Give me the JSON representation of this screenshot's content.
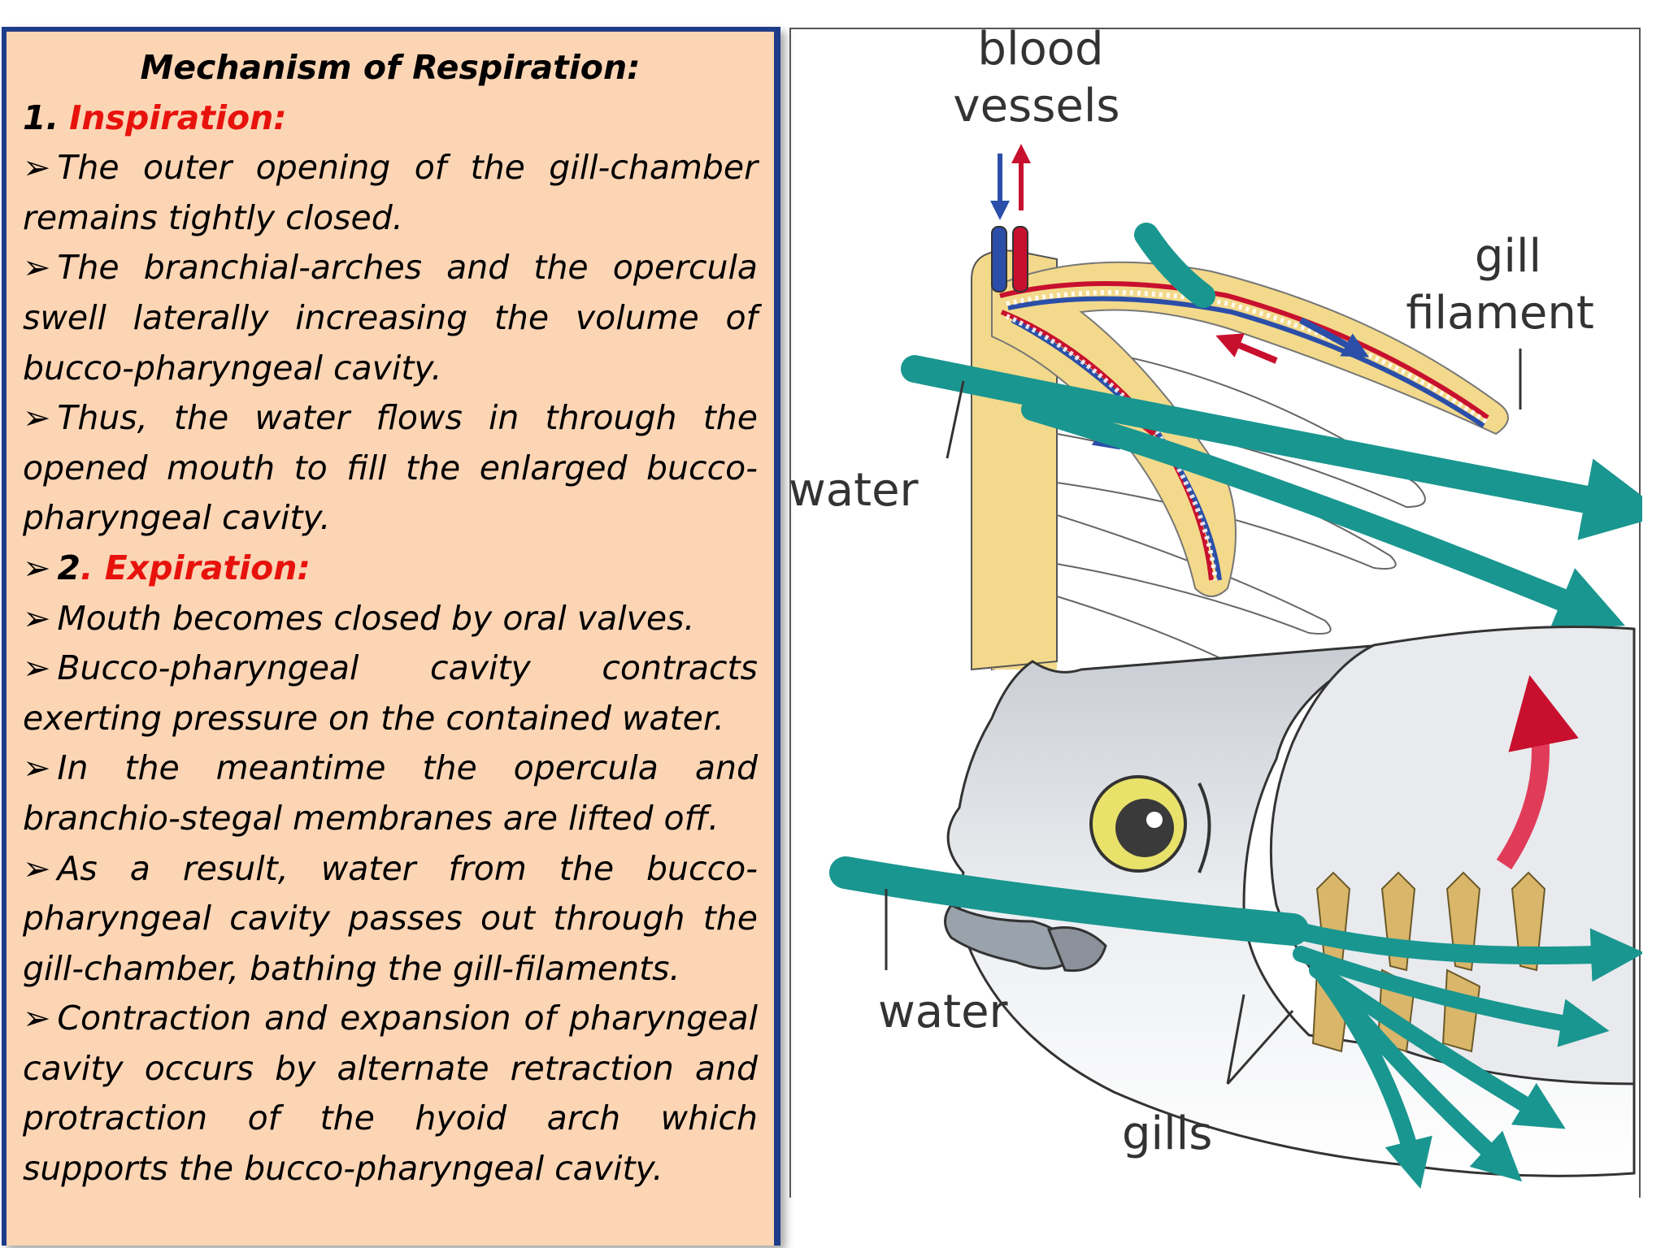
{
  "title": "Mechanism of Respiration:",
  "sections": {
    "inspiration": {
      "number": "1.",
      "heading": "Inspiration:",
      "points": [
        "The outer opening of the gill-chamber remains tightly closed.",
        "The branchial-arches and the opercula swell  laterally increasing the volume of bucco-pharyngeal cavity.",
        "Thus, the water flows in through the opened mouth to fill the enlarged bucco-pharyngeal cavity."
      ]
    },
    "expiration": {
      "number": "2",
      "heading": ". Expiration:",
      "points": [
        "Mouth becomes closed by oral valves.",
        "Bucco-pharyngeal  cavity  contracts exerting pressure on the contained water.",
        "In the meantime the opercula and branchio-stegal membranes are lifted off.",
        "As a result, water from the bucco-pharyngeal cavity passes out through the gill-chamber, bathing the gill-filaments.",
        "Contraction and expansion of pharyngeal cavity occurs by alternate retraction and protraction of the hyoid arch which supports the bucco-pharyngeal cavity."
      ]
    }
  },
  "bullet_glyph": "➢",
  "figure": {
    "labels": {
      "blood_vessels_1": "blood",
      "blood_vessels_2": "vessels",
      "gill_filament_1": "gill",
      "gill_filament_2": "filament",
      "water_upper": "water",
      "water_lower": "water",
      "gills": "gills"
    }
  },
  "colors": {
    "panel_background": "#fcd5b5",
    "panel_border": "#1f3c88",
    "heading_red": "#e8120c",
    "water_teal": "#1a9690",
    "artery_red": "#c8102e",
    "vein_blue": "#2b4fa8",
    "tissue_yellow": "#f3d98b"
  }
}
